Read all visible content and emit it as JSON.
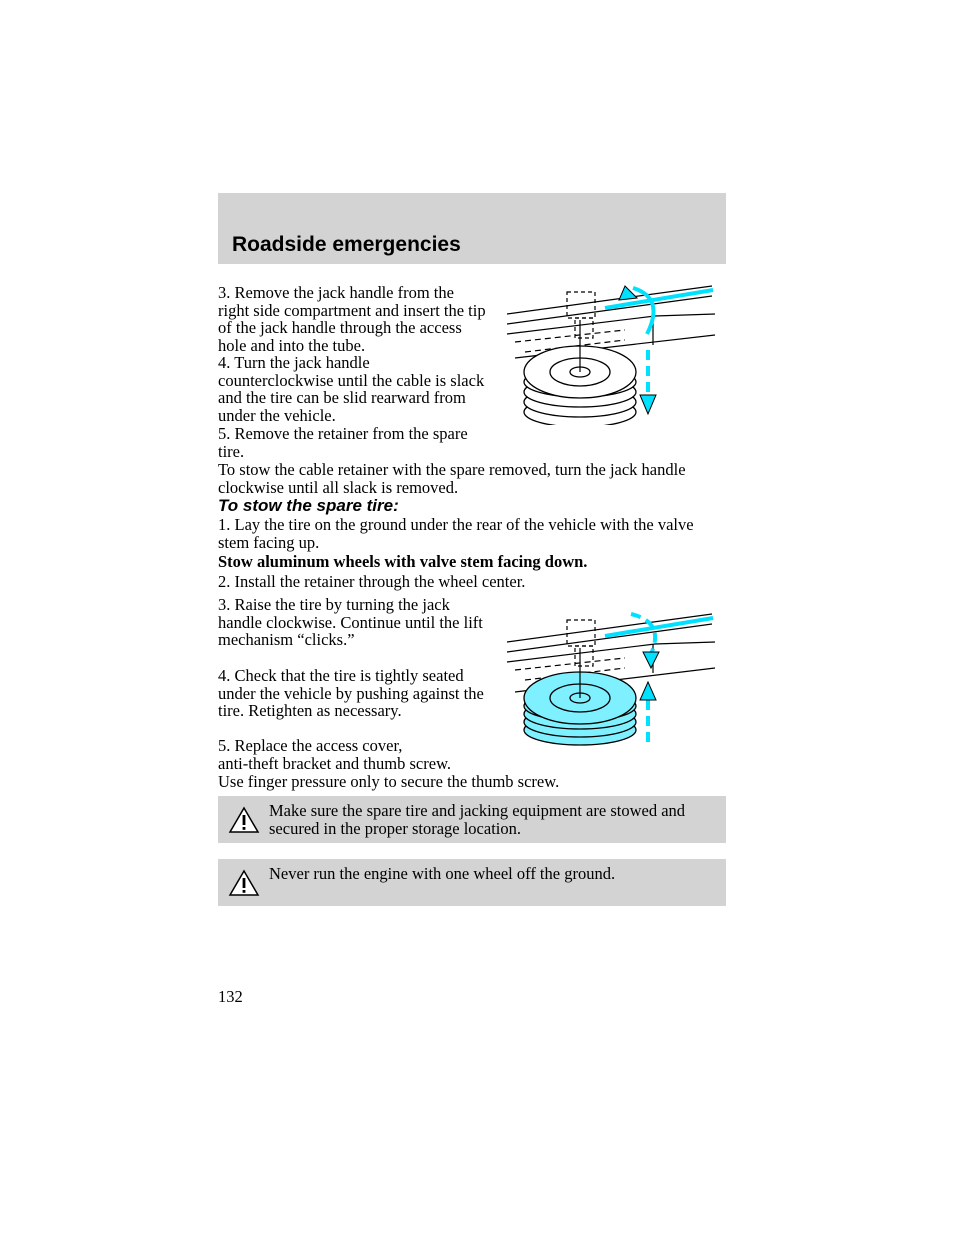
{
  "header": {
    "title": "Roadside emergencies"
  },
  "remove_steps": {
    "step3": "3. Remove the jack handle from the right side compartment and insert the tip of the jack handle through the access hole and into the tube.",
    "step4": "4. Turn the jack handle counterclockwise until the cable is slack and the tire can be slid rearward from under the vehicle.",
    "step5": "5. Remove the retainer from the spare tire.",
    "note": "To stow the cable retainer with the spare removed, turn the jack handle clockwise until all slack is removed."
  },
  "stow_section": {
    "heading": "To stow the spare tire:",
    "step1": "1. Lay the tire on the ground under the rear of the vehicle with the valve stem facing up.",
    "bold_note": "Stow aluminum wheels with valve stem facing down.",
    "step2": "2. Install the retainer through the wheel center.",
    "step3": "3. Raise the tire by turning the jack handle clockwise. Continue until the lift mechanism “clicks.”",
    "step4": "4. Check that the tire is tightly seated under the vehicle by pushing against the tire. Retighten as necessary.",
    "step5_line1": "5. Replace the access cover,",
    "step5_line2": "anti-theft bracket and thumb screw.",
    "step5_line3": "Use finger pressure only to secure the thumb screw."
  },
  "warnings": [
    {
      "text": "Make sure the spare tire and jacking equipment are stowed and secured in the proper storage location.",
      "icon": "warning-triangle-icon"
    },
    {
      "text": "Never run the engine with one wheel off the ground.",
      "icon": "warning-triangle-icon"
    }
  ],
  "page_number": "132",
  "colors": {
    "header_band": "#d3d3d3",
    "accent_cyan": "#00e0ff",
    "warning_band": "#d3d3d3"
  }
}
